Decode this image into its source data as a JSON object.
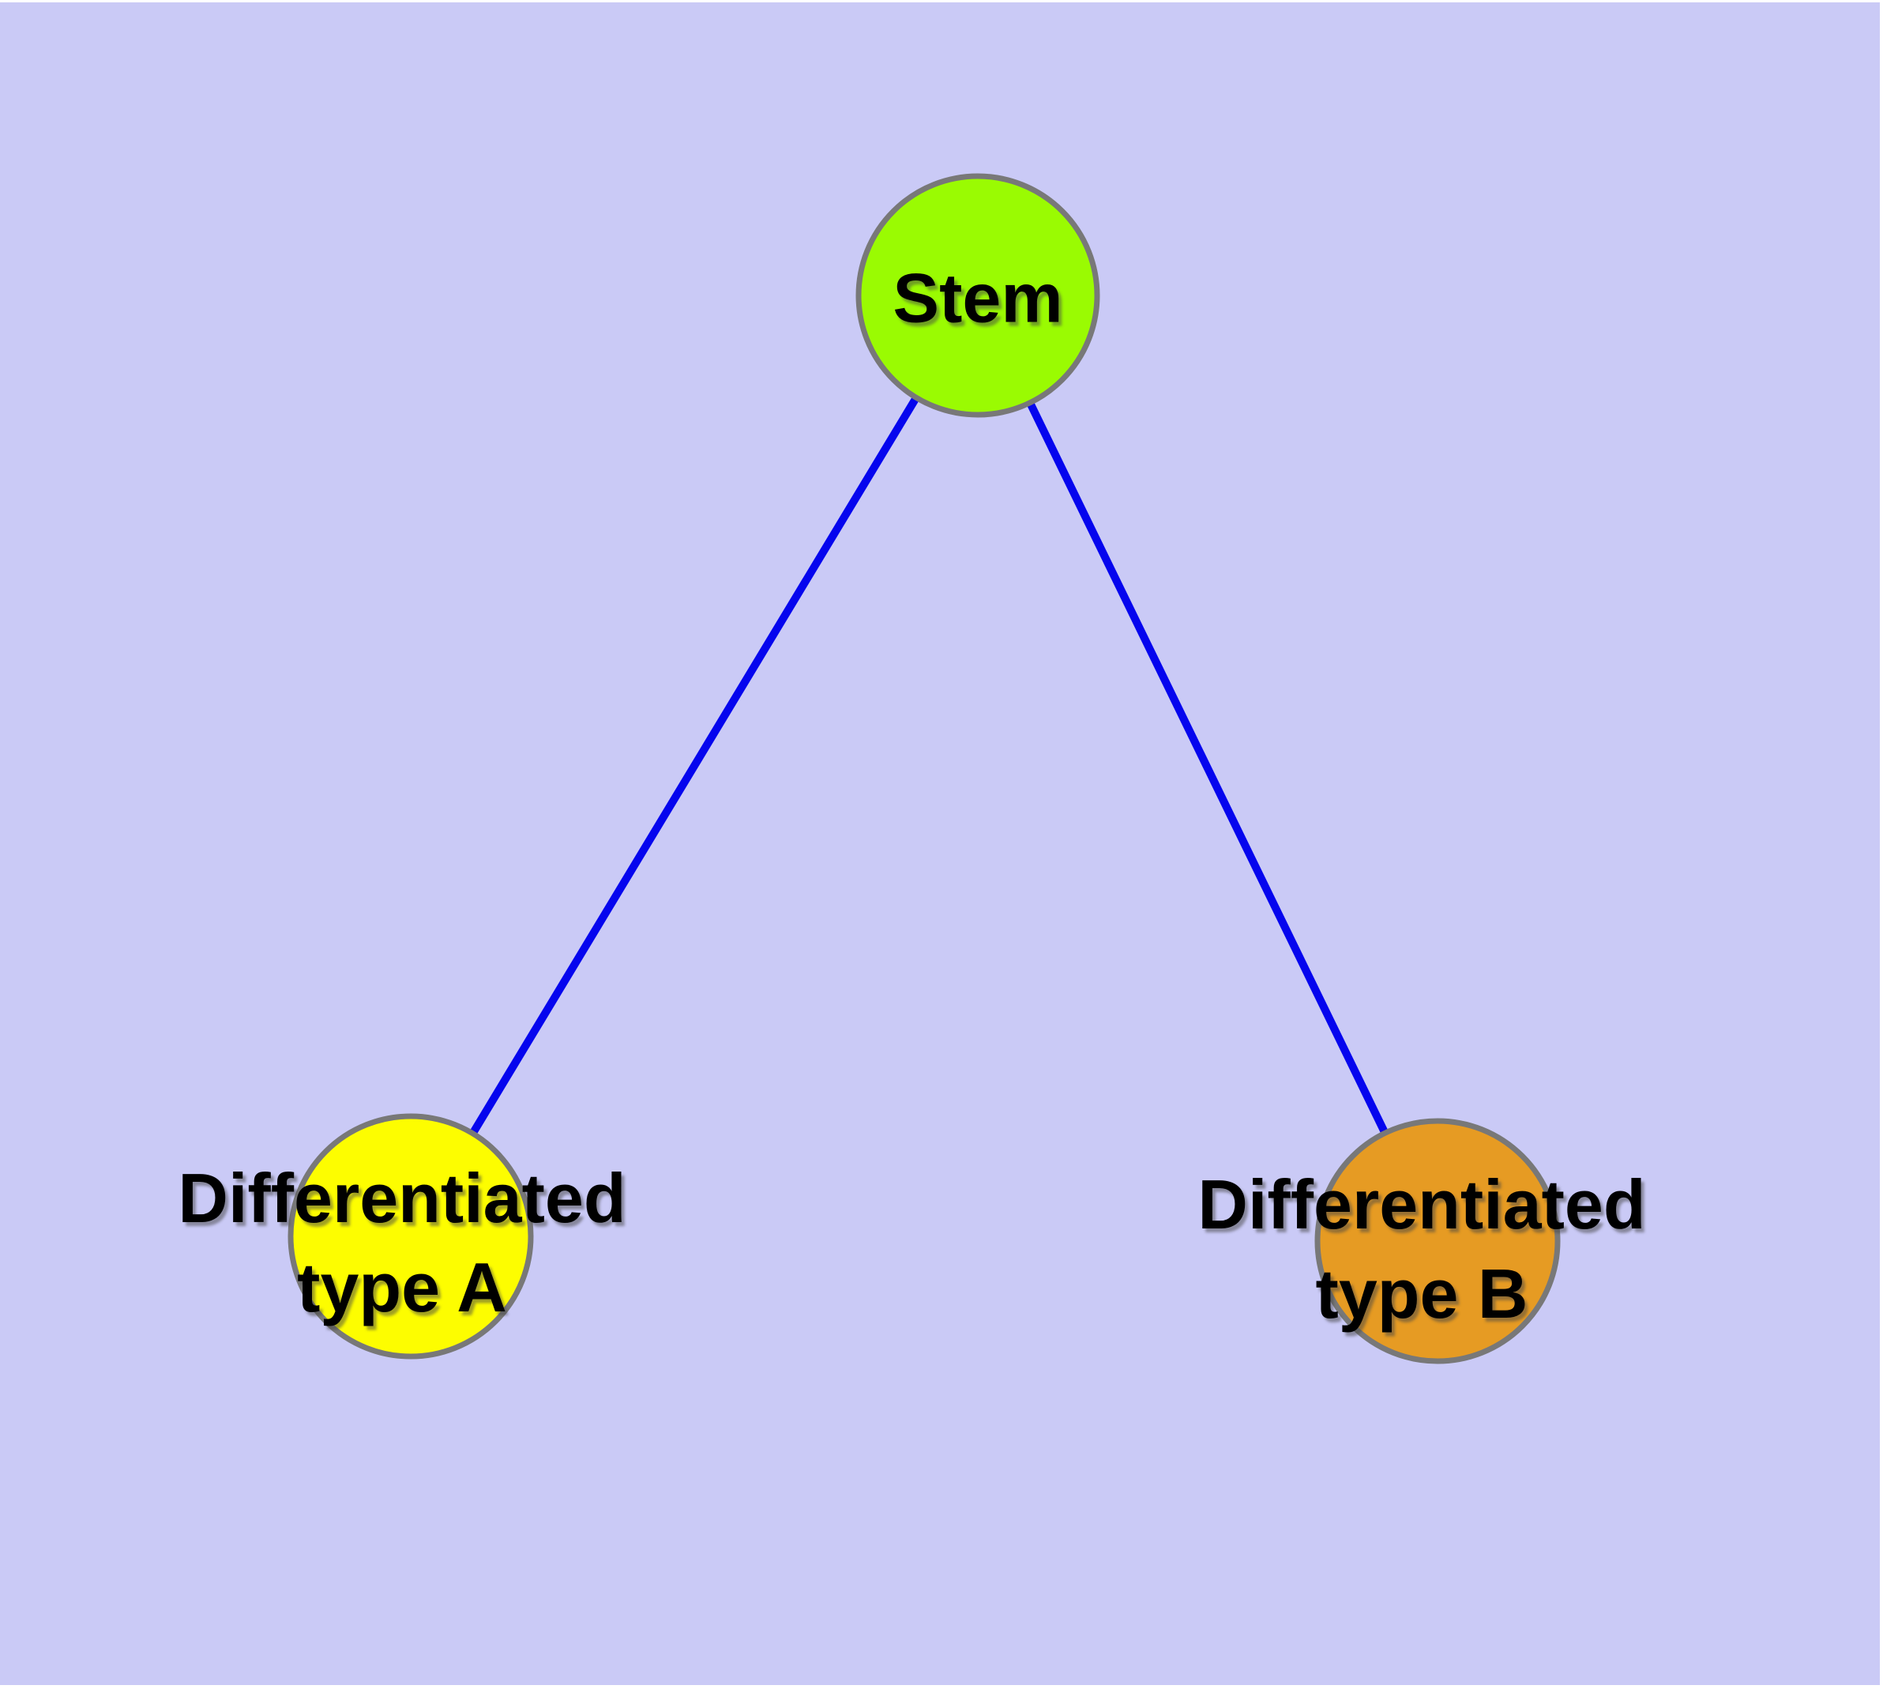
{
  "diagram": {
    "background": "#cacaf6",
    "page_margin_color": "#ffffff"
  },
  "nodes": [
    {
      "id": "stem",
      "label": "Stem",
      "color": "#9afb02",
      "border_color": "#787878"
    },
    {
      "id": "differentiated-type-a",
      "label": "Differentiated\ntype A",
      "color": "#fdfd00",
      "border_color": "#787878"
    },
    {
      "id": "differentiated-type-b",
      "label": "Differentiated\ntype B",
      "color": "#e69b23",
      "border_color": "#787878"
    }
  ],
  "edges": [
    {
      "from": "stem",
      "to": "differentiated-type-a",
      "color": "#0505ee"
    },
    {
      "from": "stem",
      "to": "differentiated-type-b",
      "color": "#0505ee"
    }
  ]
}
